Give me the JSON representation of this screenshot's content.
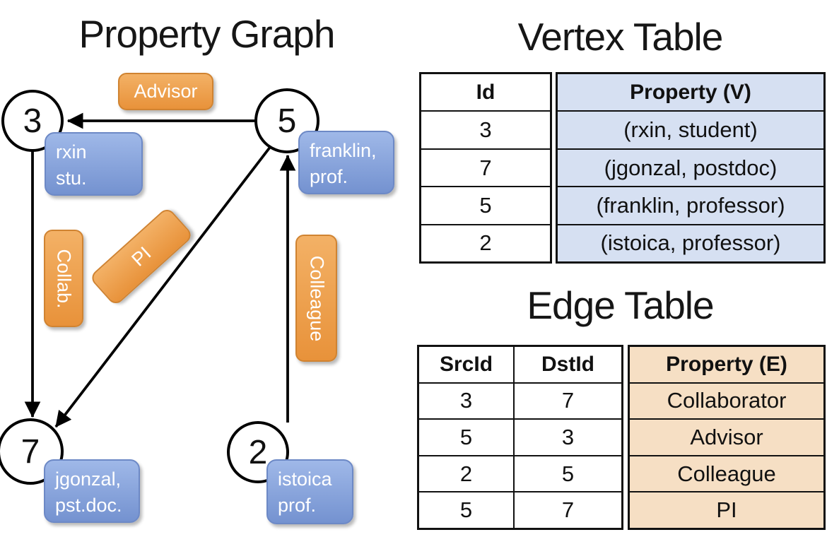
{
  "graph": {
    "title": "Property Graph",
    "nodes": [
      {
        "id": "3",
        "line1": "rxin",
        "line2": "stu."
      },
      {
        "id": "5",
        "line1": "franklin,",
        "line2": "prof."
      },
      {
        "id": "7",
        "line1": "jgonzal,",
        "line2": "pst.doc."
      },
      {
        "id": "2",
        "line1": "istoica",
        "line2": "prof."
      }
    ],
    "edge_labels": {
      "advisor": "Advisor",
      "collab": "Collab.",
      "pi": "PI",
      "colleague": "Colleague"
    }
  },
  "vertex_table": {
    "title": "Vertex Table",
    "columns": {
      "id": "Id",
      "property": "Property (V)"
    },
    "rows": [
      {
        "id": "3",
        "property": "(rxin, student)"
      },
      {
        "id": "7",
        "property": "(jgonzal, postdoc)"
      },
      {
        "id": "5",
        "property": "(franklin, professor)"
      },
      {
        "id": "2",
        "property": "(istoica, professor)"
      }
    ]
  },
  "edge_table": {
    "title": "Edge Table",
    "columns": {
      "src": "SrcId",
      "dst": "DstId",
      "property": "Property (E)"
    },
    "rows": [
      {
        "src": "3",
        "dst": "7",
        "property": "Collaborator"
      },
      {
        "src": "5",
        "dst": "3",
        "property": "Advisor"
      },
      {
        "src": "2",
        "dst": "5",
        "property": "Colleague"
      },
      {
        "src": "5",
        "dst": "7",
        "property": "PI"
      }
    ]
  },
  "colors": {
    "edge_label_orange": "#ec9f49",
    "vertex_box_blue": "#7f9cd8",
    "vertex_cell_fill": "#d6e0f2",
    "edge_cell_fill": "#f6dfc4",
    "line_black": "#000000"
  }
}
